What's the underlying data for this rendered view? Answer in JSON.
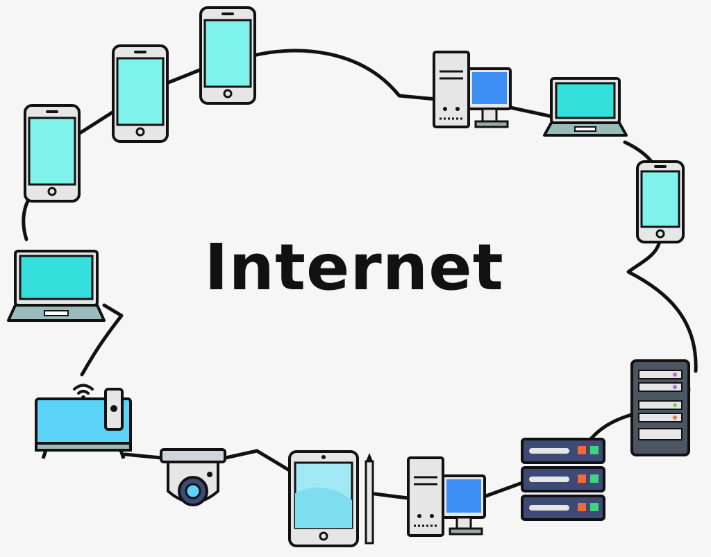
{
  "diagram": {
    "title": "Internet",
    "nodes": [
      {
        "id": "phone-left",
        "icon": "smartphone-icon"
      },
      {
        "id": "phone-mid",
        "icon": "smartphone-icon"
      },
      {
        "id": "phone-top",
        "icon": "smartphone-icon"
      },
      {
        "id": "desktop-top",
        "icon": "desktop-computer-icon"
      },
      {
        "id": "laptop-top-right",
        "icon": "laptop-icon"
      },
      {
        "id": "phone-right",
        "icon": "smartphone-icon"
      },
      {
        "id": "server-tower",
        "icon": "server-tower-icon"
      },
      {
        "id": "server-rack",
        "icon": "server-rack-icon"
      },
      {
        "id": "desktop-bottom",
        "icon": "desktop-computer-icon"
      },
      {
        "id": "tablet",
        "icon": "tablet-with-stylus-icon"
      },
      {
        "id": "camera",
        "icon": "security-camera-icon"
      },
      {
        "id": "tv",
        "icon": "smart-tv-icon"
      },
      {
        "id": "laptop-left",
        "icon": "laptop-icon"
      }
    ],
    "colors": {
      "background": "#f6f6f6",
      "outline": "#111111",
      "screen_cyan": "#7ff2ec",
      "screen_teal": "#35e0dc",
      "screen_blue": "#3d8ef5",
      "device_gray": "#e6e6e6",
      "rack_navy": "#3c4a75",
      "tv_blue": "#5bd4f7"
    }
  }
}
